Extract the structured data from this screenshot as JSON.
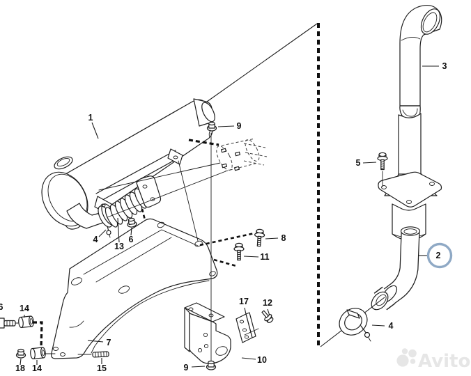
{
  "figure": {
    "kind": "exploded-parts-diagram"
  },
  "colors": {
    "ink": "#1c1c1c",
    "highlight": "#8fa9c5",
    "watermark": "#e6e6e6"
  },
  "watermark": {
    "text": "Avito"
  },
  "highlight": {
    "circled_part": "2"
  },
  "part_numbers": {
    "1": "1",
    "2": "2",
    "3": "3",
    "4": "4",
    "5": "5",
    "6": "6",
    "7": "7",
    "8": "8",
    "9": "9",
    "10": "10",
    "11": "11",
    "12": "12",
    "13": "13",
    "14": "14",
    "15": "15",
    "17": "17",
    "18": "18"
  }
}
